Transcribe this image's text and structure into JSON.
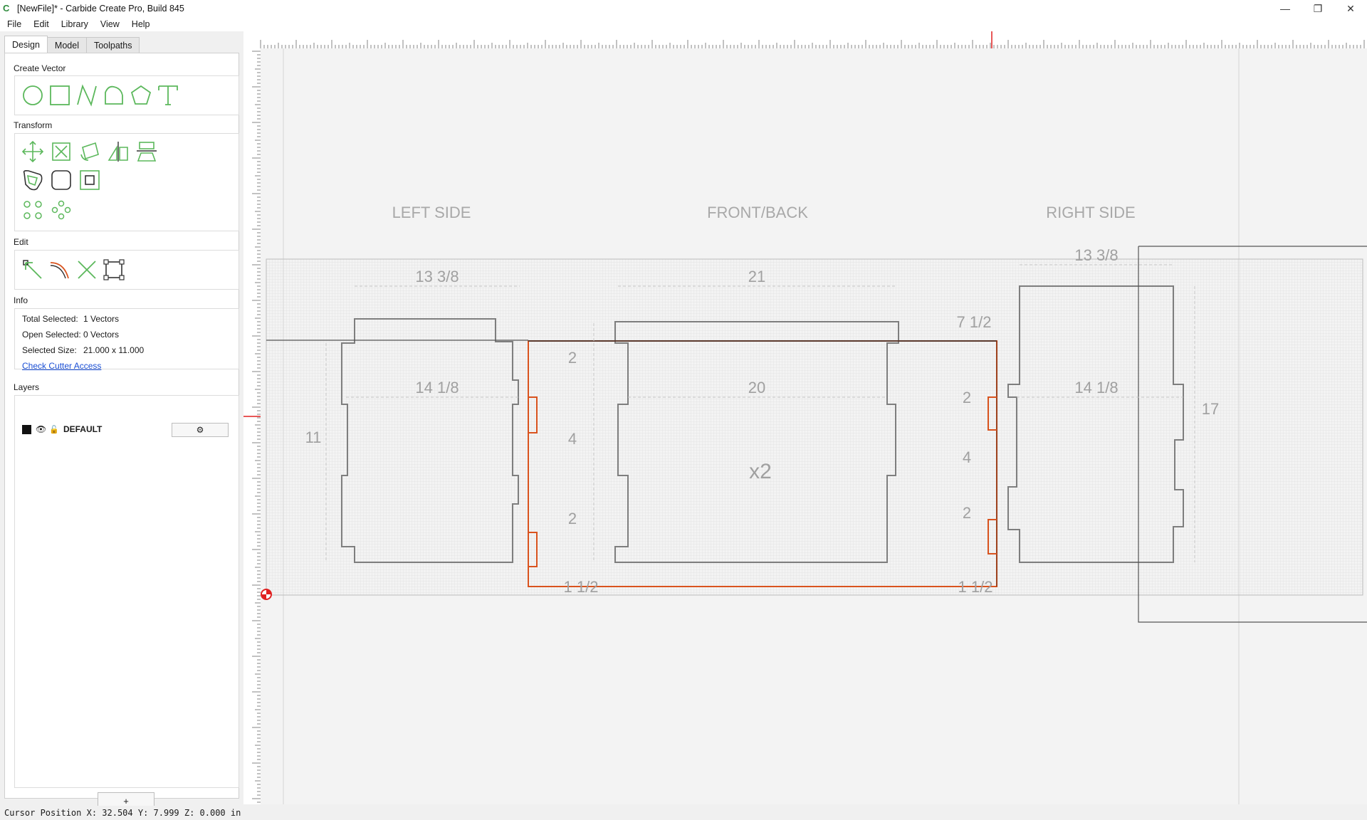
{
  "window": {
    "title": "[NewFile]* - Carbide Create Pro, Build 845",
    "minimize": "—",
    "maximize": "❐",
    "close": "✕"
  },
  "menu": [
    "File",
    "Edit",
    "Library",
    "View",
    "Help"
  ],
  "tabs": [
    {
      "label": "Design",
      "active": true
    },
    {
      "label": "Model",
      "active": false
    },
    {
      "label": "Toolpaths",
      "active": false
    }
  ],
  "sections": {
    "create_vector": "Create Vector",
    "transform": "Transform",
    "edit": "Edit",
    "info": "Info",
    "layers": "Layers"
  },
  "create_vector_tools": [
    "circle-icon",
    "rectangle-icon",
    "polyline-icon",
    "curve-icon",
    "polygon-icon",
    "text-icon"
  ],
  "transform_tools": [
    "move-icon",
    "scale-icon",
    "rotate-icon",
    "mirror-icon",
    "align-icon",
    "offset-icon",
    "fillet-icon",
    "boolean-icon",
    "circular-array-icon",
    "pattern-icon"
  ],
  "edit_tools": [
    "node-edit-icon",
    "curve-edit-icon",
    "trim-icon",
    "bounding-box-icon"
  ],
  "info": {
    "total_selected_label": "Total Selected:",
    "total_selected_value": "1 Vectors",
    "open_selected_label": "Open Selected:",
    "open_selected_value": "0 Vectors",
    "selected_size_label": "Selected Size:",
    "selected_size_value": "21.000 x 11.000",
    "check_cutter_access": "Check Cutter Access"
  },
  "layers": [
    {
      "name": "DEFAULT",
      "color": "#111111"
    }
  ],
  "layer_gear": "⚙",
  "add_layer": "+",
  "status": {
    "cursor": "Cursor Position X: 32.504 Y: 7.999 Z: 0.000 in"
  },
  "drawing": {
    "headings": [
      "LEFT SIDE",
      "FRONT/BACK",
      "RIGHT SIDE"
    ],
    "dimensions": [
      "13 3/8",
      "21",
      "13 3/8",
      "7 1/2",
      "14 1/8",
      "20",
      "14 1/8",
      "11",
      "2",
      "4",
      "2",
      "2",
      "4",
      "2",
      "17",
      "1 1/2",
      "1 1/2",
      "x2"
    ]
  },
  "colors": {
    "accent_green": "#5cb85c",
    "selection_orange": "#d9531e",
    "origin_red": "#e02020"
  }
}
